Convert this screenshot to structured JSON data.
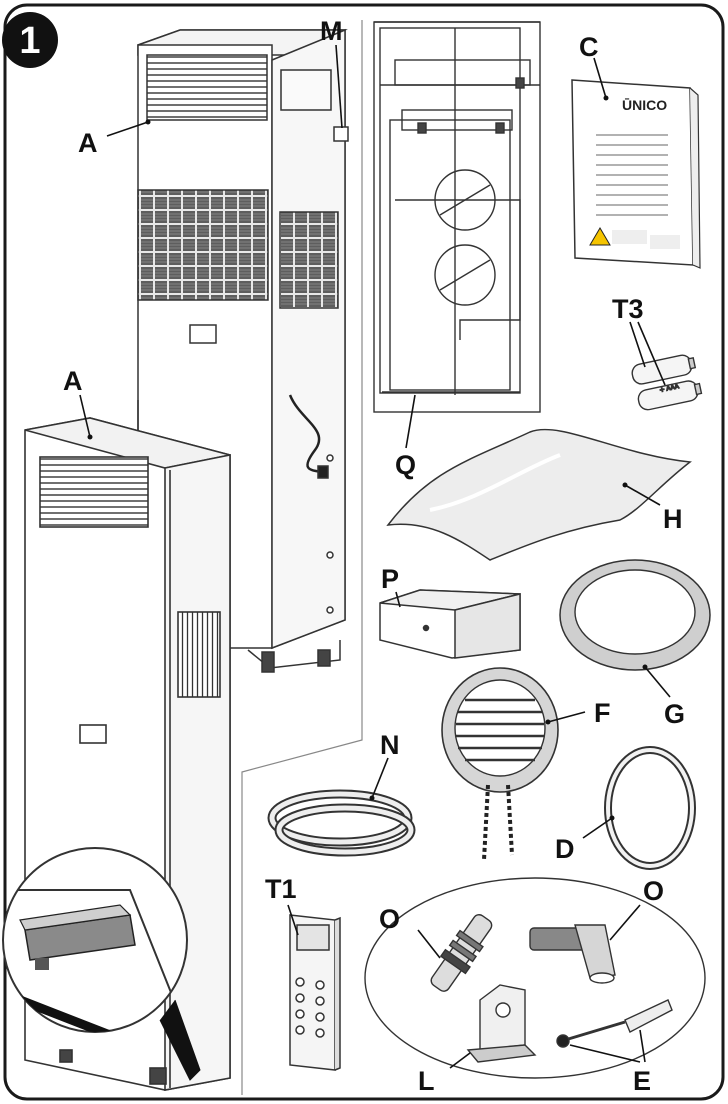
{
  "step_number": "1",
  "labels": {
    "a_top": "A",
    "a_bottom": "A",
    "m": "M",
    "c": "C",
    "t3": "T3",
    "q": "Q",
    "h": "H",
    "p": "P",
    "g": "G",
    "f": "F",
    "n": "N",
    "d": "D",
    "t1": "T1",
    "o_left": "O",
    "o_right": "O",
    "l": "L",
    "e": "E"
  },
  "manual_logo": "ŪNICO",
  "battery_text": "+ AAA",
  "colors": {
    "line": "#1a1a1a",
    "outline": "#333333",
    "light_fill": "#f4f4f4",
    "mid_fill": "#d9d9d9",
    "dark_fill": "#6e6e6e",
    "badge": "#111111"
  }
}
